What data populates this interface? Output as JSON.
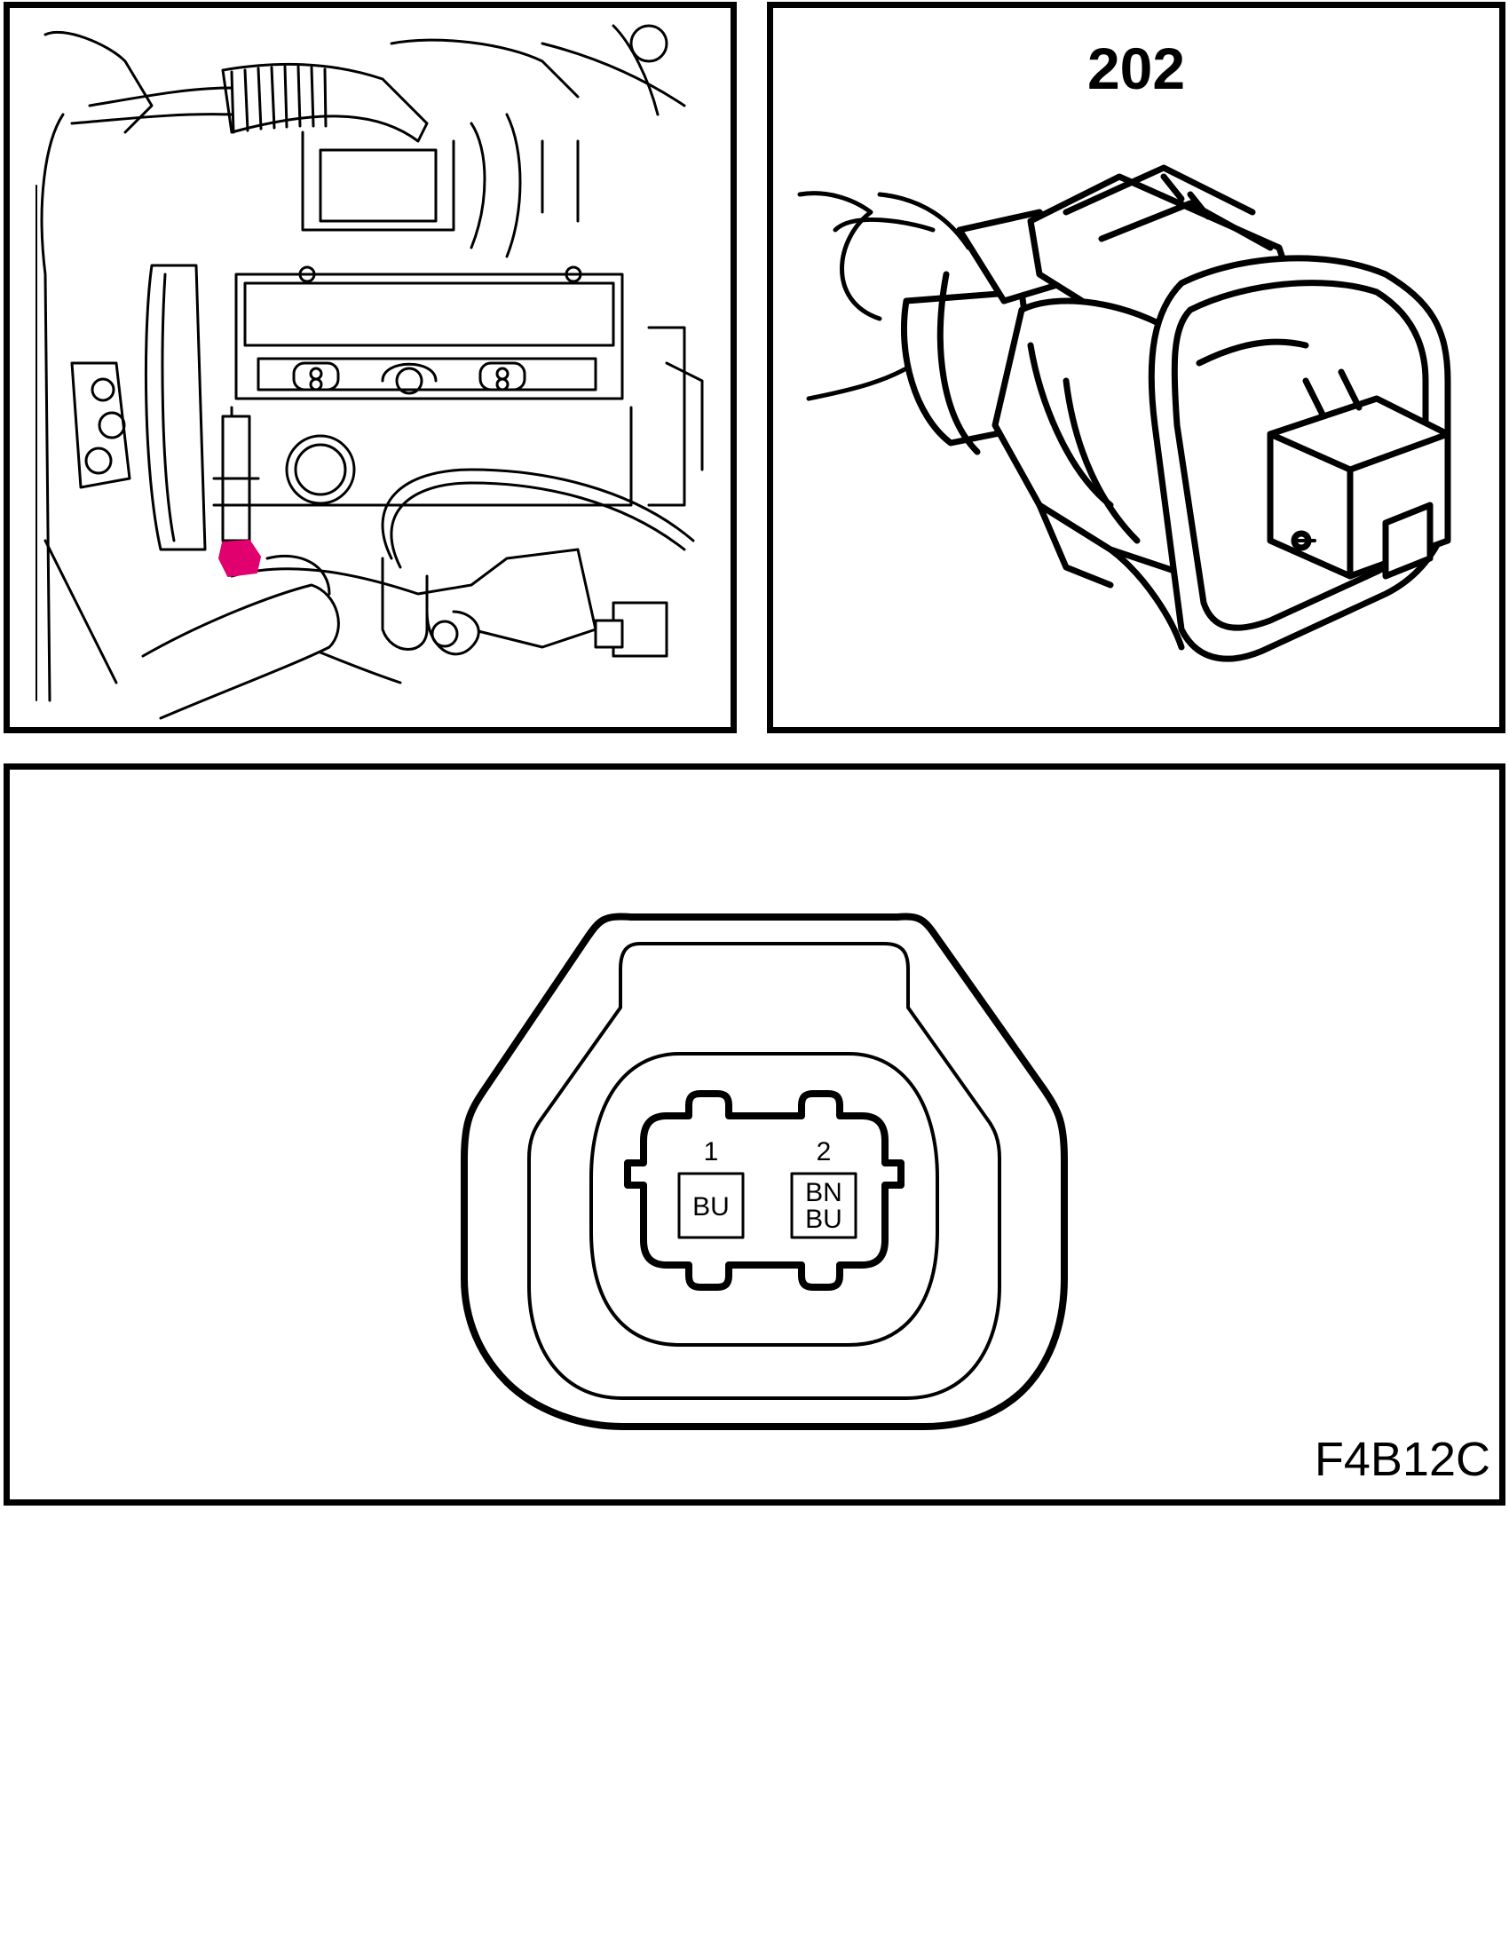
{
  "connector": {
    "number": "202",
    "figure_code": "F4B12C",
    "location_highlight_color": "#e0006e",
    "pins": [
      {
        "number": "1",
        "wire_colors": [
          "BU"
        ]
      },
      {
        "number": "2",
        "wire_colors": [
          "BN",
          "BU"
        ]
      }
    ]
  }
}
